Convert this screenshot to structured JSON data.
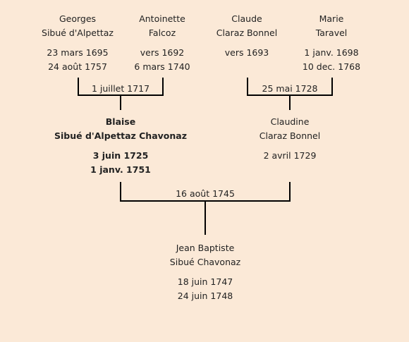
{
  "tree": {
    "grandparents_paternal": {
      "father": {
        "name_line1": "Georges",
        "name_line2": "Sibué d'Alpettaz",
        "birth": "23 mars 1695",
        "death": "24 août 1757"
      },
      "mother": {
        "name_line1": "Antoinette",
        "name_line2": "Falcoz",
        "birth": "vers 1692",
        "death": "6 mars 1740"
      },
      "marriage": "1 juillet 1717"
    },
    "grandparents_maternal": {
      "father": {
        "name_line1": "Claude",
        "name_line2": "Claraz Bonnel",
        "birth": "vers 1693",
        "death": ""
      },
      "mother": {
        "name_line1": "Marie",
        "name_line2": "Taravel",
        "birth": "1 janv. 1698",
        "death": "10 dec. 1768"
      },
      "marriage": "25 mai 1728"
    },
    "parents": {
      "father": {
        "name_line1": "Blaise",
        "name_line2": "Sibué d'Alpettaz Chavonaz",
        "birth": "3 juin 1725",
        "death": "1 janv. 1751"
      },
      "mother": {
        "name_line1": "Claudine",
        "name_line2": "Claraz Bonnel",
        "birth": "2 avril 1729",
        "death": ""
      },
      "marriage": "16 août 1745"
    },
    "child": {
      "name_line1": "Jean Baptiste",
      "name_line2": "Sibué Chavonaz",
      "birth": "18 juin 1747",
      "death": "24 juin 1748"
    }
  }
}
